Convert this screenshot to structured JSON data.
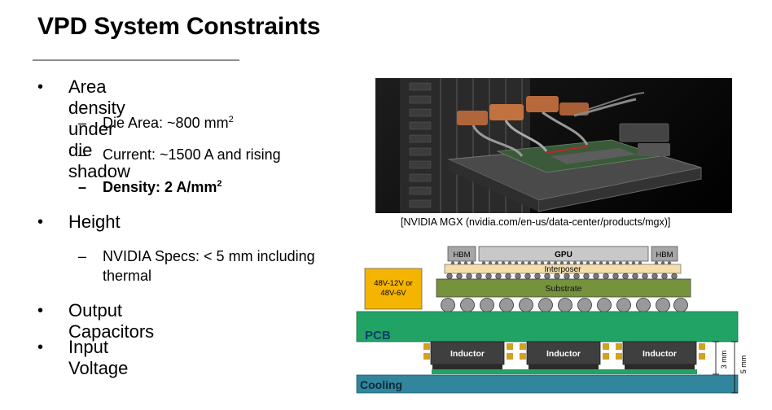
{
  "title": "VPD System Constraints",
  "bullets": [
    {
      "text": "Area density under die shadow",
      "subs": [
        {
          "text": "Die Area: ~800 mm",
          "sup": "2"
        },
        {
          "text": "Current: ~1500 A and rising",
          "sup": ""
        },
        {
          "text": "Density: 2 A/mm",
          "sup": "2"
        }
      ]
    },
    {
      "text": "Height",
      "subs": [
        {
          "line1": "NVIDIA Specs: < 5 mm including",
          "line2": "thermal"
        }
      ]
    },
    {
      "text": "Output Capacitors"
    },
    {
      "text": "Input Voltage"
    }
  ],
  "figure": {
    "caption": "[NVIDIA MGX (nvidia.com/en-us/data-center/products/mgx)]"
  },
  "diagram": {
    "hbm_left": "HBM",
    "gpu": "GPU",
    "hbm_right": "HBM",
    "interposer": "Interposer",
    "substrate": "Substrate",
    "converter_line1": "48V-12V or",
    "converter_line2": "48V-6V",
    "pcb": "PCB",
    "inductors": [
      "Inductor",
      "Inductor",
      "Inductor"
    ],
    "cooling": "Cooling",
    "dim_inner": "3 mm",
    "dim_outer": "5 mm",
    "colors": {
      "memory": "#a6a6a6",
      "gpu": "#c8c8c8",
      "interposer": "#f5deaa",
      "substrate": "#76923c",
      "pcb": "#21a366",
      "converter": "#f4b400",
      "inductor": "#3f3f3f",
      "cooling": "#31859c"
    }
  }
}
